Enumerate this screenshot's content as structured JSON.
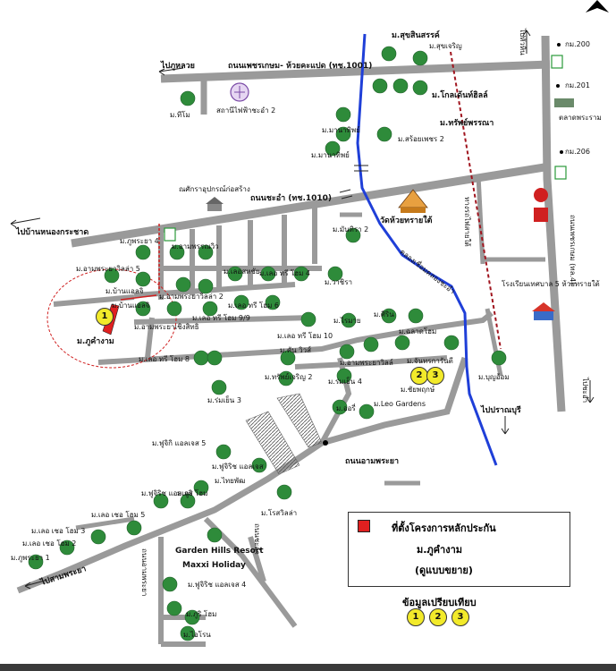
{
  "map": {
    "labels": {
      "m_sukhumvit_huaykwaipet": "ถนนเพชรเกษม- ห้วยคะแปด (ทช.1001)",
      "to_phuket_top": "ไปภูหลวย",
      "station_ehva2": "สถานีไฟฟ้าชะอำ 2",
      "m_thiemo": "ม.ทีโม",
      "m_sukhsinsorn": "ม.สุขสินสรรค์",
      "m_sukhcharoen": "ม.สุขเจริญ",
      "m_goldendhills": "ม.โกลเด้นท์ฮิลล์",
      "m_srisuphan": "ม.ทรัพย์พรรณา",
      "m_sroiphet2": "ม.สร้อยเพชร 2",
      "m_manathip1": "ม.มานาทิพย์",
      "m_manathip2": "ม.มานาทิพย์",
      "to_hua_hin": "ไปหัวหิน",
      "km200": "กม.200",
      "km201": "กม.201",
      "km206": "กม.206",
      "market": "ตลาดพระราม",
      "road_chaam_1010": "ถนนชะอำ (ทช.1010)",
      "sohajip": "ณศักราอุปกรณ์ก่อสร้าง",
      "to_ban_krachuat": "ไปบ้านหนองกระชาด",
      "wat_huay_sai_tai": "วัดห้วยทรายใต้",
      "road_railway": "ทางรถไฟสายใต้",
      "road_phetkasem": "ถนนเพชรเกษม (ทล.4)",
      "school": "โรงเรียนเทศบาล 5 ห้วยทรายใต้",
      "canal": "คลองเชื่อมคลองชะอำ",
      "m_ampornchalong": "ม.อามพรรณวิว",
      "m_phupharak4": "ม.ภูพระยา 4",
      "m_ampornvill2": "ม.อามพระยาวิลล่า 5",
      "m_baan_lena": "ม.บ้านแอลจิ",
      "m_baan_lena2": "ม.บ้านแอลจิ",
      "m_ampornvilla2": "ม.อามพระยาวิลล่า 2",
      "m_ampor_cheongsit": "ม.อามพระยาเชิงสิทธิ",
      "m_phukham": "ม.ภูคำงาม",
      "m_le_trio1": "ม.เลอ ทรี โฮม 8",
      "m_le_trio9": "ม.เลอ ทรี โฮม 9/9",
      "m_le_tree6": "ม.เลอ ทรี โฮม 6",
      "m_le_tree4": "ม.เลอ ทรี โฮม 4",
      "m_le_tree10": "ม.เลอ ทรี โฮม 10",
      "m_lesahachai": "ม.เลอสหชัย",
      "m_manthira2": "ม.มันทิรา 2",
      "m_wachira": "ม.วาชิรา",
      "m_kanchit": "ม.คัน วิวส์",
      "m_phraiphrom2": "ม.ทรัพย์เจริญ 2",
      "m_ramaiya": "ม.ไรมาย",
      "m_ruenyen3": "ม.ร่มเย็น 3",
      "m_ruenyen4": "ม.ร่มเย็น 4",
      "m_amphuyavill": "ม.อามพระยาวิลล์",
      "m_chanthakaranti": "ม.จันทรการันตี",
      "m_sirin": "ม.ศิริน",
      "m_ckhatyhome": "ม.ฉลาดโฮม",
      "m_chaiyapruek": "ม.ชัยพฤกษ์",
      "m_buemay": "ม.บุญอ้อม",
      "m_leo_gardens": "ม.Leo Gardens",
      "m_ori": "ม.ออรี่",
      "to_pranburi": "ไปปราณบุรี",
      "road_amphraya": "ถนนอามพระยา",
      "m_fujiki5": "ม.ฟูจิกิ แอลเจส 5",
      "m_fujiki_hl": "ม.ฟูจิริช แอลเจส",
      "m_thaiyar": "ม.ไทยพัฒ",
      "m_fuji_hlz": "ม.ฟูจิริช แอลเจส",
      "m_fuji_home": "ม.ภูริ โฮม",
      "m_le_eve5": "ม.เลอ เชอ โฮม 5",
      "m_le_eve3": "ม.เลอ เชอ โฮม 3",
      "m_le_eve_small": "ม.เลอ เชอ โฮม 2",
      "m_phupharaya1": "ม.ภูพระยา 1",
      "to_pattaya": "ไปสามพระยา",
      "garden_hills": "Garden Hills Resort",
      "maxxi": "Maxxi Holiday",
      "m_rosville": "ม.โรสวิลล่า",
      "m_fujiches4": "ม.ฟูจิริช แอลเจส 4",
      "m_pattana": "ม.ภูริ โฮม",
      "m_iron": "ม.ไอโรน",
      "road_chaam_small": "ถนนอามพระยา",
      "road_chaam_vert": "ถนนชะอำ",
      "to_chaam_right": "ไปชะอำ",
      "to_huahin_right": "ไปหัวหิน"
    },
    "legend": {
      "project_location": "ที่ตั้งโครงการหลักประกัน",
      "project_name": "ม.ภูคำงาม",
      "note": "(ดูแบบขยาย)"
    },
    "comparison": {
      "title": "ข้อมูลเปรียบเทียบ",
      "markers": [
        "1",
        "2",
        "3"
      ]
    },
    "map_markers": [
      "1",
      "2",
      "3"
    ],
    "colors": {
      "road": "#9a9a9a",
      "canal": "#1f3fd8",
      "railway": "#a0141e",
      "project": "#e02020",
      "marker": "#f2ea2a",
      "tree": "#2e8b3a"
    }
  }
}
